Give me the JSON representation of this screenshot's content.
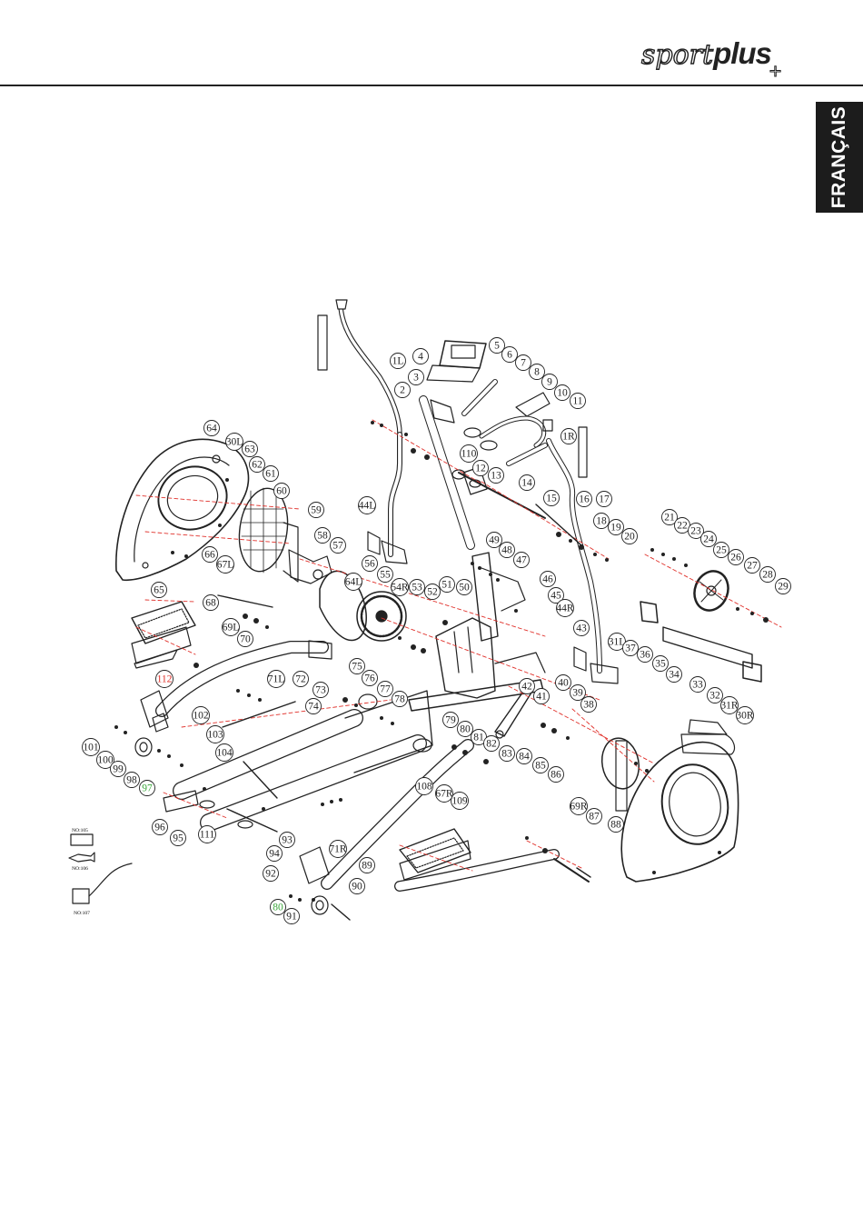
{
  "brand": {
    "logo_part1": "sport",
    "logo_part2": "plus",
    "logo_plus_symbol": "+"
  },
  "language_tab": "FRANÇAIS",
  "colors": {
    "ink": "#222222",
    "dash_red": "#e0302a",
    "label_red": "#e0302a",
    "label_green": "#3aa63a",
    "tab_bg": "#1c1c1c"
  },
  "diagram": {
    "callouts": [
      {
        "label": "1L",
        "color": "black"
      },
      {
        "label": "2",
        "color": "black"
      },
      {
        "label": "3",
        "color": "black"
      },
      {
        "label": "4",
        "color": "black"
      },
      {
        "label": "5",
        "color": "black"
      },
      {
        "label": "6",
        "color": "black"
      },
      {
        "label": "7",
        "color": "black"
      },
      {
        "label": "8",
        "color": "black"
      },
      {
        "label": "9",
        "color": "black"
      },
      {
        "label": "10",
        "color": "black"
      },
      {
        "label": "11",
        "color": "black"
      },
      {
        "label": "1R",
        "color": "black"
      },
      {
        "label": "110",
        "color": "black"
      },
      {
        "label": "12",
        "color": "black"
      },
      {
        "label": "13",
        "color": "black"
      },
      {
        "label": "14",
        "color": "black"
      },
      {
        "label": "15",
        "color": "black"
      },
      {
        "label": "16",
        "color": "black"
      },
      {
        "label": "17",
        "color": "black"
      },
      {
        "label": "18",
        "color": "black"
      },
      {
        "label": "19",
        "color": "black"
      },
      {
        "label": "20",
        "color": "black"
      },
      {
        "label": "21",
        "color": "black"
      },
      {
        "label": "22",
        "color": "black"
      },
      {
        "label": "23",
        "color": "black"
      },
      {
        "label": "24",
        "color": "black"
      },
      {
        "label": "25",
        "color": "black"
      },
      {
        "label": "26",
        "color": "black"
      },
      {
        "label": "27",
        "color": "black"
      },
      {
        "label": "28",
        "color": "black"
      },
      {
        "label": "29",
        "color": "black"
      },
      {
        "label": "64",
        "color": "black"
      },
      {
        "label": "30L",
        "color": "black"
      },
      {
        "label": "63",
        "color": "black"
      },
      {
        "label": "62",
        "color": "black"
      },
      {
        "label": "61",
        "color": "black"
      },
      {
        "label": "60",
        "color": "black"
      },
      {
        "label": "59",
        "color": "black"
      },
      {
        "label": "58",
        "color": "black"
      },
      {
        "label": "57",
        "color": "black"
      },
      {
        "label": "44L",
        "color": "black"
      },
      {
        "label": "64L",
        "color": "black"
      },
      {
        "label": "56",
        "color": "black"
      },
      {
        "label": "55",
        "color": "black"
      },
      {
        "label": "54R",
        "color": "black"
      },
      {
        "label": "53",
        "color": "black"
      },
      {
        "label": "52",
        "color": "black"
      },
      {
        "label": "51",
        "color": "black"
      },
      {
        "label": "50",
        "color": "black"
      },
      {
        "label": "49",
        "color": "black"
      },
      {
        "label": "48",
        "color": "black"
      },
      {
        "label": "47",
        "color": "black"
      },
      {
        "label": "46",
        "color": "black"
      },
      {
        "label": "45",
        "color": "black"
      },
      {
        "label": "44R",
        "color": "black"
      },
      {
        "label": "43",
        "color": "black"
      },
      {
        "label": "42",
        "color": "black"
      },
      {
        "label": "41",
        "color": "black"
      },
      {
        "label": "40",
        "color": "black"
      },
      {
        "label": "39",
        "color": "black"
      },
      {
        "label": "38",
        "color": "black"
      },
      {
        "label": "31L",
        "color": "black"
      },
      {
        "label": "37",
        "color": "black"
      },
      {
        "label": "36",
        "color": "black"
      },
      {
        "label": "35",
        "color": "black"
      },
      {
        "label": "34",
        "color": "black"
      },
      {
        "label": "33",
        "color": "black"
      },
      {
        "label": "32",
        "color": "black"
      },
      {
        "label": "31R",
        "color": "black"
      },
      {
        "label": "30R",
        "color": "black"
      },
      {
        "label": "66",
        "color": "black"
      },
      {
        "label": "67L",
        "color": "black"
      },
      {
        "label": "65",
        "color": "black"
      },
      {
        "label": "68",
        "color": "black"
      },
      {
        "label": "69L",
        "color": "black"
      },
      {
        "label": "70",
        "color": "black"
      },
      {
        "label": "71L",
        "color": "black"
      },
      {
        "label": "72",
        "color": "black"
      },
      {
        "label": "73",
        "color": "black"
      },
      {
        "label": "74",
        "color": "black"
      },
      {
        "label": "75",
        "color": "black"
      },
      {
        "label": "76",
        "color": "black"
      },
      {
        "label": "77",
        "color": "black"
      },
      {
        "label": "78",
        "color": "black"
      },
      {
        "label": "79",
        "color": "black"
      },
      {
        "label": "80",
        "color": "black"
      },
      {
        "label": "81",
        "color": "black"
      },
      {
        "label": "82",
        "color": "black"
      },
      {
        "label": "83",
        "color": "black"
      },
      {
        "label": "84",
        "color": "black"
      },
      {
        "label": "85",
        "color": "black"
      },
      {
        "label": "86",
        "color": "black"
      },
      {
        "label": "112",
        "color": "red"
      },
      {
        "label": "102",
        "color": "black"
      },
      {
        "label": "103",
        "color": "black"
      },
      {
        "label": "104",
        "color": "black"
      },
      {
        "label": "101",
        "color": "black"
      },
      {
        "label": "100",
        "color": "black"
      },
      {
        "label": "99",
        "color": "black"
      },
      {
        "label": "98",
        "color": "black"
      },
      {
        "label": "97",
        "color": "green"
      },
      {
        "label": "96",
        "color": "black"
      },
      {
        "label": "95",
        "color": "black"
      },
      {
        "label": "111",
        "color": "black"
      },
      {
        "label": "93",
        "color": "black"
      },
      {
        "label": "94",
        "color": "black"
      },
      {
        "label": "108",
        "color": "black"
      },
      {
        "label": "109",
        "color": "black"
      },
      {
        "label": "67R",
        "color": "black"
      },
      {
        "label": "71R",
        "color": "black"
      },
      {
        "label": "89",
        "color": "black"
      },
      {
        "label": "92",
        "color": "black"
      },
      {
        "label": "90",
        "color": "black"
      },
      {
        "label": "80",
        "color": "green"
      },
      {
        "label": "91",
        "color": "black"
      },
      {
        "label": "69R",
        "color": "black"
      },
      {
        "label": "87",
        "color": "black"
      },
      {
        "label": "88",
        "color": "black"
      }
    ],
    "small_labels": [
      "NO:105",
      "NO:106",
      "NO:107"
    ]
  }
}
